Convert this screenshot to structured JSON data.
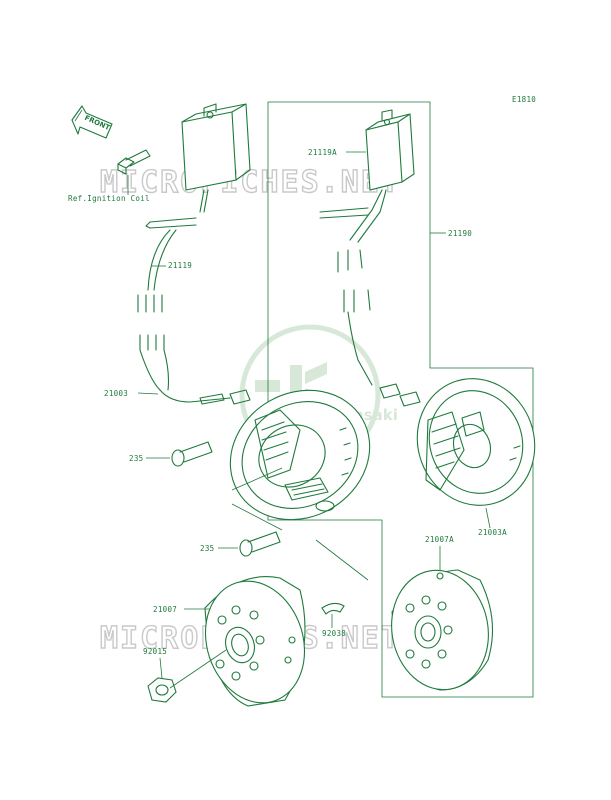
{
  "diagram_code": "E1810",
  "front_arrow_label": "FRONT",
  "watermark": {
    "text": "MICROFICHES.NET",
    "logo_text": "Kawasaki"
  },
  "callouts": {
    "ref_ignition_coil": "Ref.Ignition Coil",
    "p21119A": "21119A",
    "p21190": "21190",
    "p21119": "21119",
    "p21003": "21003",
    "p235_upper": "235",
    "p235_lower": "235",
    "p21007A": "21007A",
    "p21003A": "21003A",
    "p21007": "21007",
    "p92038": "92038",
    "p92015": "92015"
  },
  "colors": {
    "ink": "#1e7a3c",
    "watermark": "#c9c9c9",
    "logo": "#d7e8d9"
  }
}
